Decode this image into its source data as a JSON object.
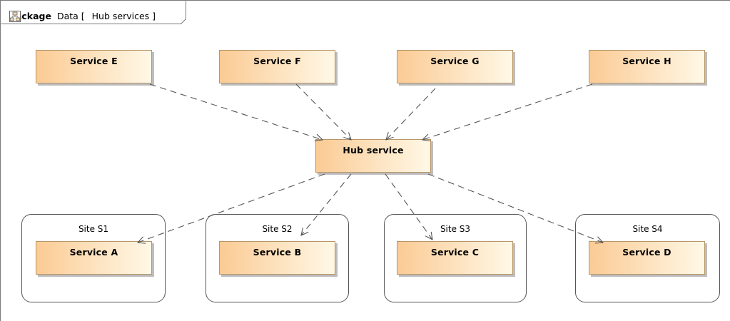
{
  "package": {
    "keyword": "package",
    "name": "Data",
    "open_bracket": "[",
    "diagram_icon": "class-diagram-icon",
    "diagram_name": "Hub services",
    "close_bracket": "]"
  },
  "hub": {
    "label": "Hub service"
  },
  "top_services": [
    {
      "label": "Service E"
    },
    {
      "label": "Service F"
    },
    {
      "label": "Service G"
    },
    {
      "label": "Service H"
    }
  ],
  "sites": [
    {
      "label": "Site S1",
      "service": "Service A"
    },
    {
      "label": "Site S2",
      "service": "Service B"
    },
    {
      "label": "Site S3",
      "service": "Service C"
    },
    {
      "label": "Site S4",
      "service": "Service D"
    }
  ],
  "colors": {
    "block_fill_start": "#fbcb94",
    "block_fill_end": "#fff8e6",
    "block_border": "#b8956a",
    "edge": "#555555"
  }
}
